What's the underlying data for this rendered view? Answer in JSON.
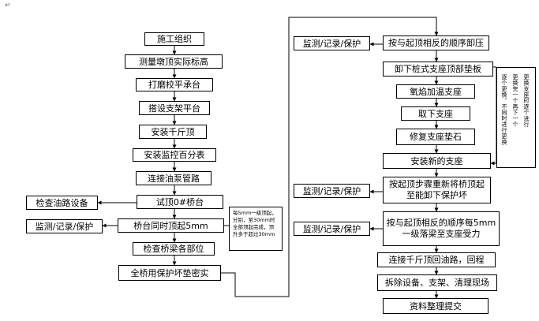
{
  "mark": "↵",
  "left_column": [
    "施工组织",
    "测量墩顶实际标高",
    "打磨校平承台",
    "搭设支架平台",
    "安装千斤顶",
    "安装监控百分表",
    "连接油泵管路",
    "试顶0#桥台",
    "桥台同时顶起5mm",
    "检查桥梁各部位",
    "全桥用保护坏垫密实"
  ],
  "left_side": {
    "check_oil": "检查油路设备",
    "monitor": "监测/记录/保护",
    "note": "每5mm一级顶起，分别，至30mm时全部顶起完成，顶升多于超过30mm"
  },
  "right_column": [
    "按与起顶相反的顺序卸压",
    "卸下桩式支座顶部垫板",
    "氧焰加温支座",
    "取下支座",
    "修复支座垫石",
    "安装新的支座",
    "按起顶步骤重新将桥顶起至能卸下保护坏",
    "按与起顶相反的顺序每5mm一级落梁至支座受力",
    "连接千斤顶回油路，回程",
    "拆除设备、支架、清理现场",
    "资料整理提交"
  ],
  "right_side": {
    "monitor": "监测/记录/保护",
    "note": [
      "更换支座时逐个进行",
      "更换完一个再下一个",
      "逐个更换，不同时进行更换"
    ]
  }
}
